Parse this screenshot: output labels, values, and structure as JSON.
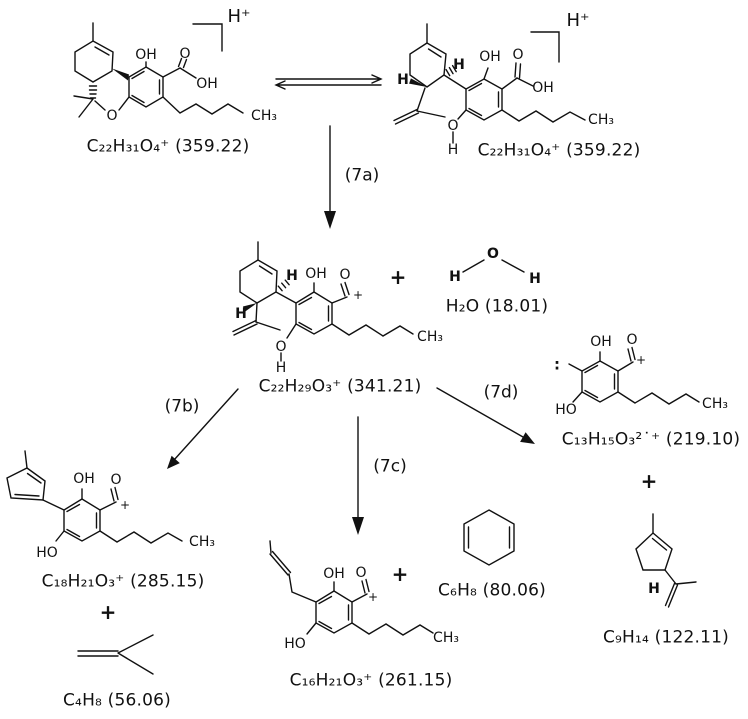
{
  "figure": {
    "type": "reaction-scheme",
    "description_colors": {
      "ink": "#111111",
      "background": "#ffffff"
    }
  },
  "species": {
    "reactant_closed": {
      "label": "C₂₂H₃₁O₄⁺  (359.22)"
    },
    "reactant_open": {
      "label": "C₂₂H₃₁O₄⁺  (359.22)"
    },
    "acylium_341": {
      "label": "C₂₂H₂₉O₃⁺  (341.21)"
    },
    "water": {
      "label": "H₂O  (18.01)"
    },
    "dication_219": {
      "label": "C₁₃H₁₅O₃²˙⁺  (219.10)"
    },
    "terpene_122": {
      "label": "C₉H₁₄  (122.11)"
    },
    "cation_285": {
      "label": "C₁₈H₂₁O₃⁺  (285.15)"
    },
    "isobutylene_56": {
      "label": "C₄H₈  (56.06)"
    },
    "cation_261": {
      "label": "C₁₆H₂₁O₃⁺  (261.15)"
    },
    "cyclohexadiene_80": {
      "label": "C₆H₈  (80.06)"
    }
  },
  "steps": {
    "a": "(7a)",
    "b": "(7b)",
    "c": "(7c)",
    "d": "(7d)"
  },
  "atoms": {
    "OH": "OH",
    "O": "O",
    "HO": "HO",
    "CH3": "CH₃",
    "H": "H",
    "lone_pair": ":"
  },
  "symbols": {
    "plus": "+",
    "charge_plus": "+",
    "proton": "H⁺"
  }
}
